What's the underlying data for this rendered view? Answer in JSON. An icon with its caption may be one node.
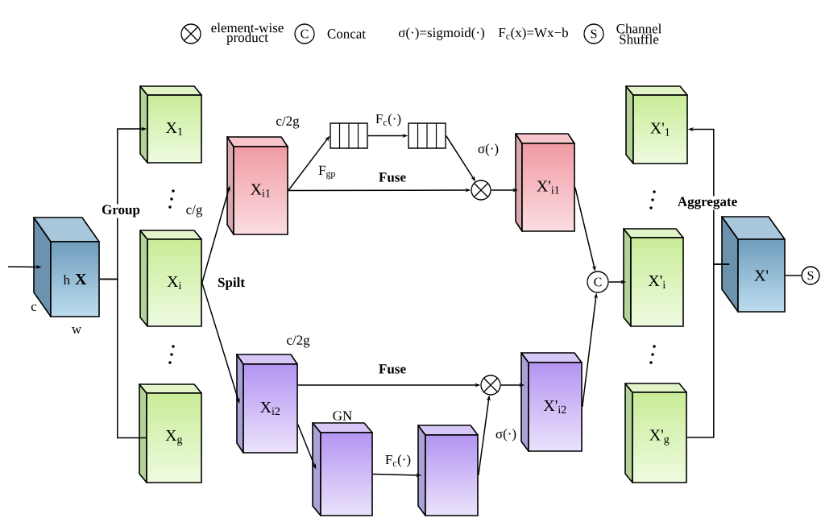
{
  "diagram": {
    "nodes": [
      {
        "text": [
          "h",
          "X"
        ],
        "beside": [
          "c",
          "w"
        ]
      },
      {
        "text": [
          "X$_{1}$"
        ]
      },
      {
        "text": [
          "X$_{i}$"
        ]
      },
      {
        "text": [
          "X$_{g}$"
        ]
      },
      {
        "text": [
          "X$_{i1}$"
        ]
      },
      {
        "text": [
          "X$_{i2}$"
        ]
      },
      {
        "text": [
          "GN"
        ]
      },
      {
        "text": [],
        "shape": "box"
      },
      {
        "text": [
          "X'$_{i2}$"
        ]
      },
      {
        "text": [
          "X'$_{i1}$"
        ]
      },
      {
        "text": [],
        "shape": "box"
      },
      {
        "text": [],
        "shape": "box"
      },
      {
        "text": [],
        "shape": "circle"
      },
      {
        "text": [],
        "shape": "circle"
      },
      {
        "text": [
          "C"
        ]
      },
      {
        "text": [
          "X'$_{1}$"
        ]
      },
      {
        "text": [
          "X'$_{i}$"
        ]
      },
      {
        "text": [
          "X'$_{g}$"
        ]
      },
      {
        "text": [
          "X'"
        ]
      },
      {
        "text": [
          "S"
        ]
      }
    ],
    "edges": [
      {
        "from": null,
        "to": 0,
        "arrow": "to"
      },
      {
        "from": 0,
        "to": 1,
        "arrow": "to"
      },
      {
        "from": 0,
        "to": 3,
        "arrow": "none"
      },
      {
        "from": 2,
        "to": 4,
        "arrow": "to"
      },
      {
        "from": 2,
        "to": 5,
        "arrow": "to"
      },
      {
        "from": 4,
        "to": 10,
        "arrow": "to",
        "label": "F$_{gp}$"
      },
      {
        "from": 10,
        "to": 11,
        "arrow": "to",
        "label": "F$_{c}$(·)"
      },
      {
        "from": 11,
        "to": 12,
        "arrow": "to",
        "label": "σ(·)"
      },
      {
        "from": 4,
        "to": 12,
        "arrow": "to",
        "label": "Fuse"
      },
      {
        "from": 12,
        "to": 9,
        "arrow": "to"
      },
      {
        "from": 9,
        "to": 14,
        "arrow": "to"
      },
      {
        "from": 5,
        "to": 13,
        "arrow": "to",
        "label": "Fuse"
      },
      {
        "from": 5,
        "to": 6,
        "arrow": "to"
      },
      {
        "from": 6,
        "to": 7,
        "arrow": "to",
        "label": "F$_{c}$(·)"
      },
      {
        "from": 7,
        "to": 13,
        "arrow": "to",
        "label": "σ(·)"
      },
      {
        "from": 13,
        "to": 8,
        "arrow": "to"
      },
      {
        "from": 8,
        "to": 14,
        "arrow": "to"
      },
      {
        "from": 14,
        "to": 16,
        "arrow": "to"
      },
      {
        "from": 18,
        "to": 15,
        "arrow": "to"
      },
      {
        "from": 17,
        "to": 18,
        "arrow": "none"
      },
      {
        "from": 18,
        "to": 19,
        "arrow": "none"
      }
    ],
    "labels": [
      "C",
      "σ(·)=sigmoid(·)",
      "F$_{c}$(x)=Wx−b",
      "S",
      "c/2g",
      "Group",
      "c/g",
      "Spilt",
      "Aggregate",
      "c/2g"
    ],
    "legend": [
      {
        "text": "element-wise product"
      },
      {
        "text": "Concat"
      },
      {
        "text": "Channel Shuffle"
      }
    ]
  }
}
